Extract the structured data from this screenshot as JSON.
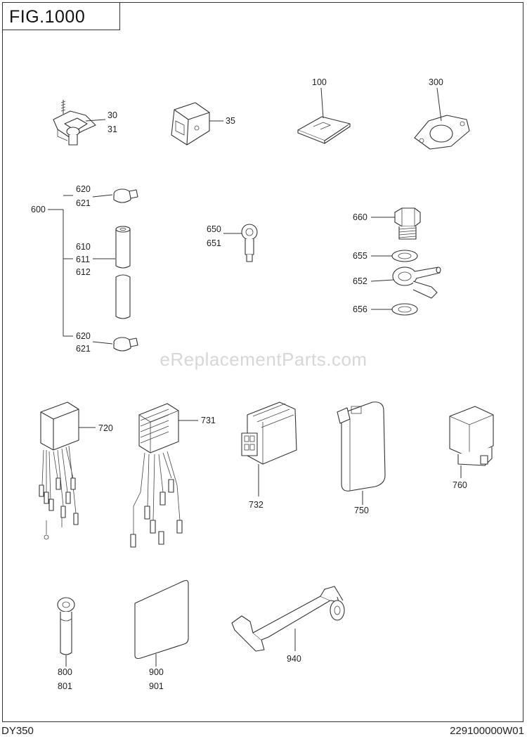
{
  "figure": {
    "title": "FIG.1000",
    "model": "DY350",
    "doc_number": "229100000W01",
    "watermark": "eReplacementParts.com"
  },
  "callouts": {
    "c30": "30",
    "c31": "31",
    "c35": "35",
    "c100": "100",
    "c300": "300",
    "c600": "600",
    "c620a": "620",
    "c621a": "621",
    "c610": "610",
    "c611": "611",
    "c612": "612",
    "c620b": "620",
    "c621b": "621",
    "c650": "650",
    "c651": "651",
    "c660": "660",
    "c655": "655",
    "c652": "652",
    "c656": "656",
    "c720": "720",
    "c731": "731",
    "c732": "732",
    "c750": "750",
    "c760": "760",
    "c800": "800",
    "c801": "801",
    "c900": "900",
    "c901": "901",
    "c940": "940"
  }
}
